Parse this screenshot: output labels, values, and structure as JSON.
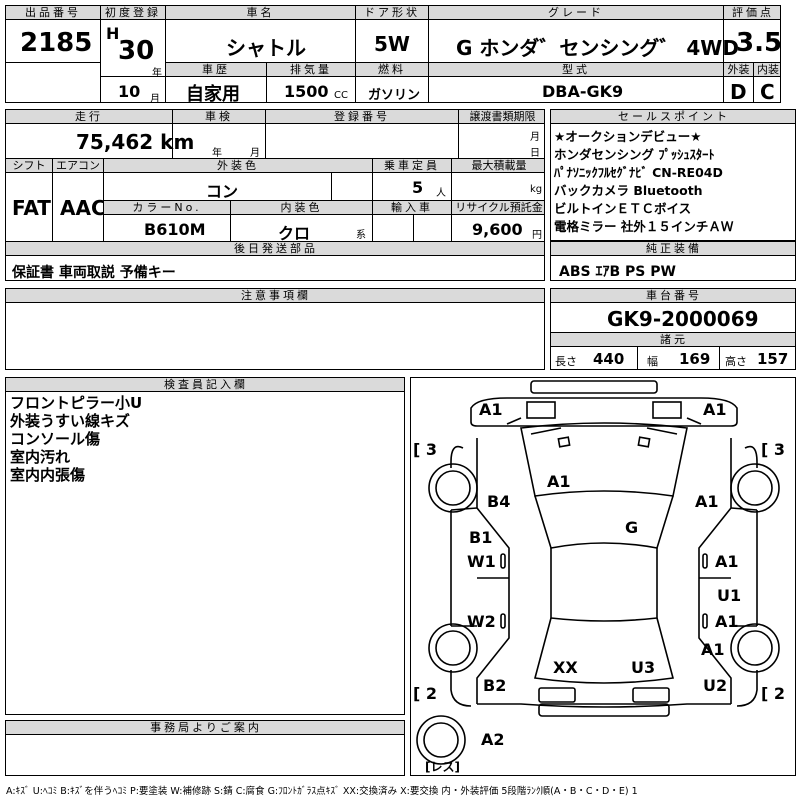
{
  "header": {
    "lot_no_label": "出品番号",
    "lot_no": "2185",
    "first_reg_label": "初度登録",
    "era": "H",
    "year": "30",
    "year_unit": "年",
    "month": "10",
    "month_unit": "月",
    "car_name_label": "車名",
    "car_name": "シャトル",
    "door_label": "ドア形状",
    "door": "5W",
    "grade_label": "グレード",
    "grade": "G ホンダ゛センシング゛ 4WD",
    "score_label": "評価点",
    "score": "3.5",
    "history_label": "車歴",
    "history": "自家用",
    "displacement_label": "排気量",
    "displacement": "1500",
    "displacement_unit": "CC",
    "fuel_label": "燃料",
    "fuel": "ガソリン",
    "model_label": "型式",
    "model": "DBA-GK9",
    "exterior_label": "外装",
    "exterior": "D",
    "interior_label": "内装",
    "interior": "C"
  },
  "row2": {
    "mileage_label": "走行",
    "mileage": "75,462 km",
    "inspection_label": "車検",
    "insp_year_unit": "年",
    "insp_month_unit": "月",
    "reg_no_label": "登録番号",
    "transfer_label": "譲渡書類期限",
    "transfer_month_unit": "月",
    "transfer_day_unit": "日",
    "shift_label": "シフト",
    "shift": "FAT",
    "ac_label": "エアコン",
    "ac": "AAC",
    "ext_color_label": "外装色",
    "ext_color": "コン",
    "capacity_label": "乗車定員",
    "capacity": "5",
    "capacity_unit": "人",
    "load_label": "最大積載量",
    "load_unit": "kg",
    "color_no_label": "カラーNo.",
    "color_no": "B610M",
    "int_color_label": "内装色",
    "int_color": "クロ",
    "int_color_unit": "系",
    "import_label": "輸入車",
    "recycle_label": "リサイクル預託金",
    "recycle": "9,600",
    "recycle_unit": "円",
    "later_parts_label": "後日発送部品",
    "later_parts": "保証書 車両取説 予備キー"
  },
  "sales_points": {
    "label": "セールスポイント",
    "lines": [
      "★オークションデビュー★",
      "ホンダセンシング ﾌﾟｯｼｭｽﾀｰﾄ",
      "ﾊﾟﾅｿﾆｯｸﾌﾙｾｸﾞﾅﾋﾞ CN-RE04D",
      "バックカメラ Bluetooth",
      "ビルトインＥＴＣボイス",
      "電格ミラー 社外１５インチＡＷ"
    ]
  },
  "equipment": {
    "label": "純正装備",
    "value": "ABS ｴｱB PS PW"
  },
  "notes": {
    "label": "注意事項欄"
  },
  "chassis": {
    "label": "車台番号",
    "value": "GK9-2000069",
    "dims_label": "諸元",
    "length_label": "長さ",
    "length": "440",
    "width_label": "幅",
    "width": "169",
    "height_label": "高さ",
    "height": "157"
  },
  "inspector": {
    "label": "検査員記入欄",
    "lines": [
      "フロントピラー小U",
      "外装うすい線キズ",
      "コンソール傷",
      "室内汚れ",
      "室内内張傷"
    ]
  },
  "office": {
    "label": "事務局よりご案内"
  },
  "diagram": {
    "labels": {
      "front_left": "A1",
      "front_right": "A1",
      "bracket_tl": "[ 3",
      "bracket_tr": "[ 3",
      "bracket_bl": "[ 2",
      "bracket_br": "[ 2",
      "roof": "A1",
      "b4": "B4",
      "right_a1": "A1",
      "g": "G",
      "b1": "B1",
      "w1": "W1",
      "r_a1": "A1",
      "u1": "U1",
      "r_a1b": "A1",
      "w2": "W2",
      "r_a1c": "A1",
      "xx": "XX",
      "u3": "U3",
      "b2": "B2",
      "u2": "U2",
      "a2": "A2",
      "les": "[レス]"
    }
  },
  "legend": {
    "text": "A:ｷｽﾞ U:ﾍｺﾐ B:ｷｽﾞを伴うﾍｺﾐ P:要塗装 W:補修跡 S:錆 C:腐食 G:ﾌﾛﾝﾄｶﾞﾗｽ点ｷｽﾞ XX:交換済み X:要交換 内・外装評価 5段階ﾗﾝｸ順(A・B・C・D・E) 1"
  }
}
